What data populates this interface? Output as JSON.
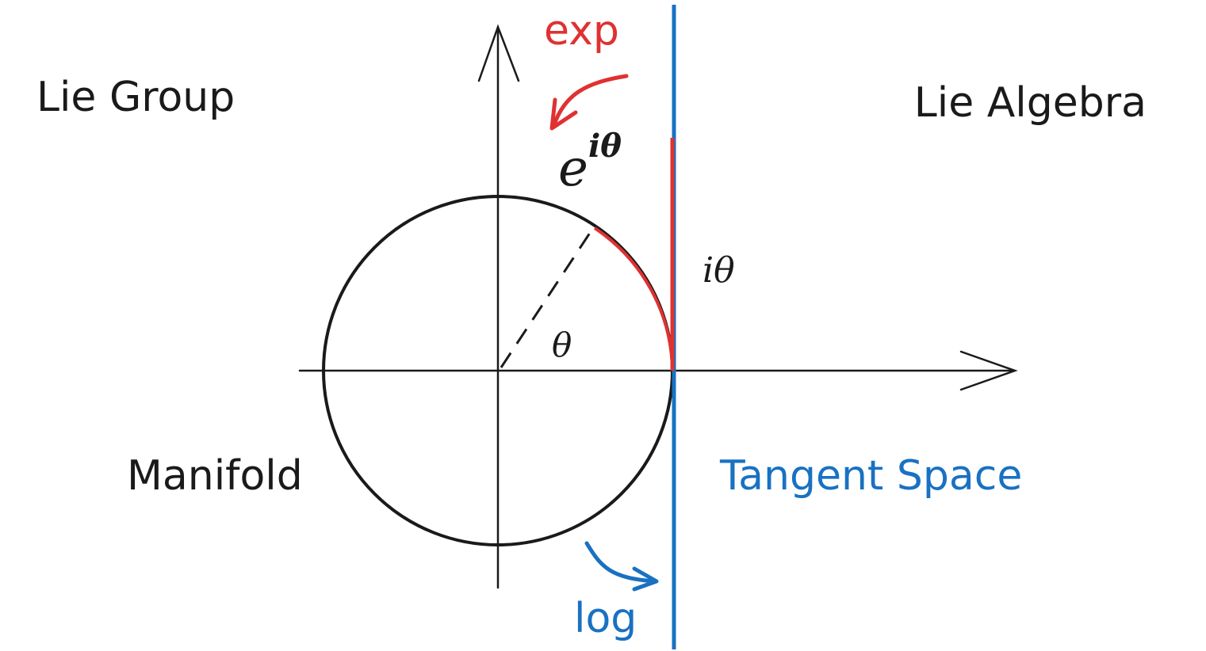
{
  "labels": {
    "lie_group": "Lie Group",
    "lie_algebra": "Lie Algebra",
    "manifold": "Manifold",
    "tangent_space": "Tangent Space",
    "exp": "exp",
    "log": "log"
  },
  "math": {
    "e_base": "e",
    "e_exponent": "iθ",
    "i_theta": "iθ",
    "theta": "θ"
  },
  "colors": {
    "ink": "#1a1a1a",
    "exp_red": "#e03131",
    "log_blue": "#1971c2"
  }
}
